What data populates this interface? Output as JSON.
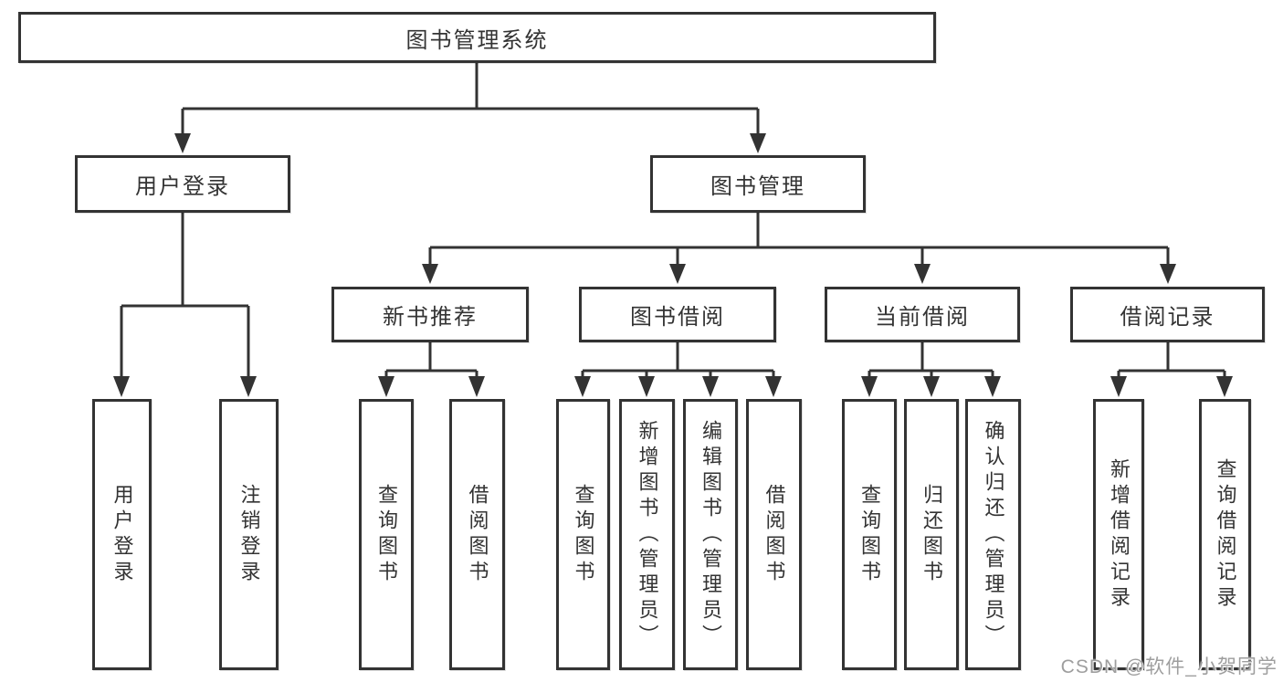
{
  "diagram": {
    "root": {
      "label": "图书管理系统"
    },
    "branch_user": {
      "label": "用户登录",
      "children": [
        {
          "label": "用户登录"
        },
        {
          "label": "注销登录"
        }
      ]
    },
    "branch_book": {
      "label": "图书管理",
      "modules": [
        {
          "label": "新书推荐",
          "children": [
            {
              "label": "查询图书"
            },
            {
              "label": "借阅图书"
            }
          ]
        },
        {
          "label": "图书借阅",
          "children": [
            {
              "label": "查询图书"
            },
            {
              "label": "新增图书（管理员）"
            },
            {
              "label": "编辑图书（管理员）"
            },
            {
              "label": "借阅图书"
            }
          ]
        },
        {
          "label": "当前借阅",
          "children": [
            {
              "label": "查询图书"
            },
            {
              "label": "归还图书"
            },
            {
              "label": "确认归还（管理员）"
            }
          ]
        },
        {
          "label": "借阅记录",
          "children": [
            {
              "label": "新增借阅记录"
            },
            {
              "label": "查询借阅记录"
            }
          ]
        }
      ]
    },
    "watermark": "CSDN @软件_小贺同学",
    "colors": {
      "line": "#333333",
      "text": "#333333",
      "watermark": "#9e9e9e",
      "background": "#ffffff"
    }
  }
}
